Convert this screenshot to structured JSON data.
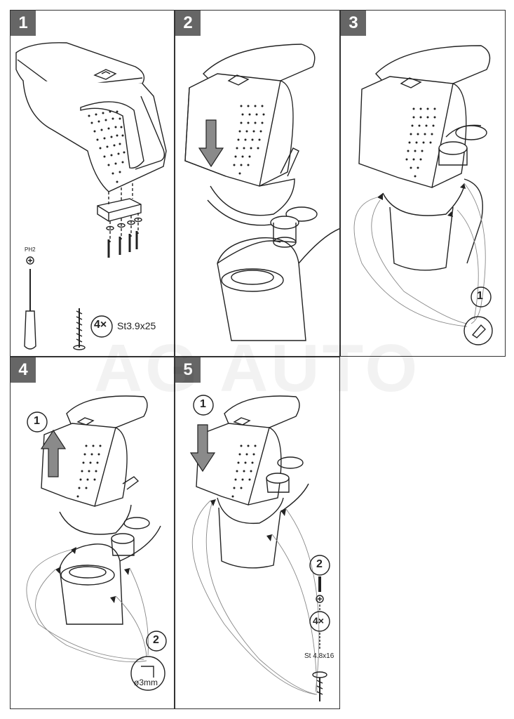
{
  "steps": [
    {
      "number": "1"
    },
    {
      "number": "2"
    },
    {
      "number": "3"
    },
    {
      "number": "4"
    },
    {
      "number": "5"
    }
  ],
  "step1": {
    "driver_label": "PH2",
    "count_label": "4×",
    "screw_spec": "St3.9x25"
  },
  "step3": {
    "callout": "1"
  },
  "step4": {
    "callout_1": "1",
    "callout_2": "2",
    "drill_label": "ø3mm"
  },
  "step5": {
    "callout_1": "1",
    "callout_2": "2",
    "count_label": "4×",
    "screw_spec": "St 4.8x16"
  },
  "watermark": "AG AUTO",
  "colors": {
    "badge": "#666666",
    "line": "#222222",
    "arrow_fill": "#8a8a8a"
  }
}
